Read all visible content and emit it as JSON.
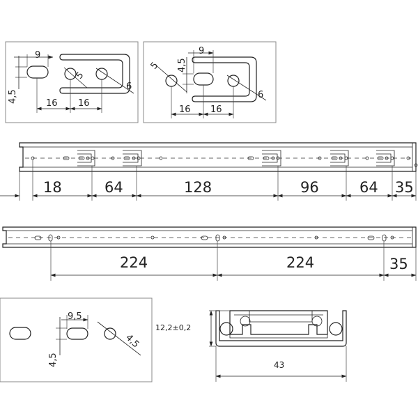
{
  "detail_top_left": {
    "slot_width": "9",
    "slot_height": "4,5",
    "hole_diameter": "5",
    "bracket_slot_width": "6",
    "spacing_left": "16",
    "spacing_right": "16"
  },
  "detail_top_middle": {
    "hole_diameter": "5",
    "slot_height": "4,5",
    "slot_width": "9",
    "bracket_slot_width": "6",
    "spacing_left": "16",
    "spacing_right": "16"
  },
  "rail_top": {
    "dimensions": [
      "18",
      "64",
      "128",
      "96",
      "64",
      "35"
    ]
  },
  "rail_bottom": {
    "dimensions": [
      "224",
      "224",
      "35"
    ]
  },
  "detail_bottom_left": {
    "slot_width": "9,5",
    "slot_height": "4,5",
    "hole_diameter": "4,5"
  },
  "profile_section": {
    "height": "12,2±0,2",
    "width": "43"
  },
  "colors": {
    "line": "#222222",
    "frame": "#888888",
    "background": "#ffffff"
  }
}
